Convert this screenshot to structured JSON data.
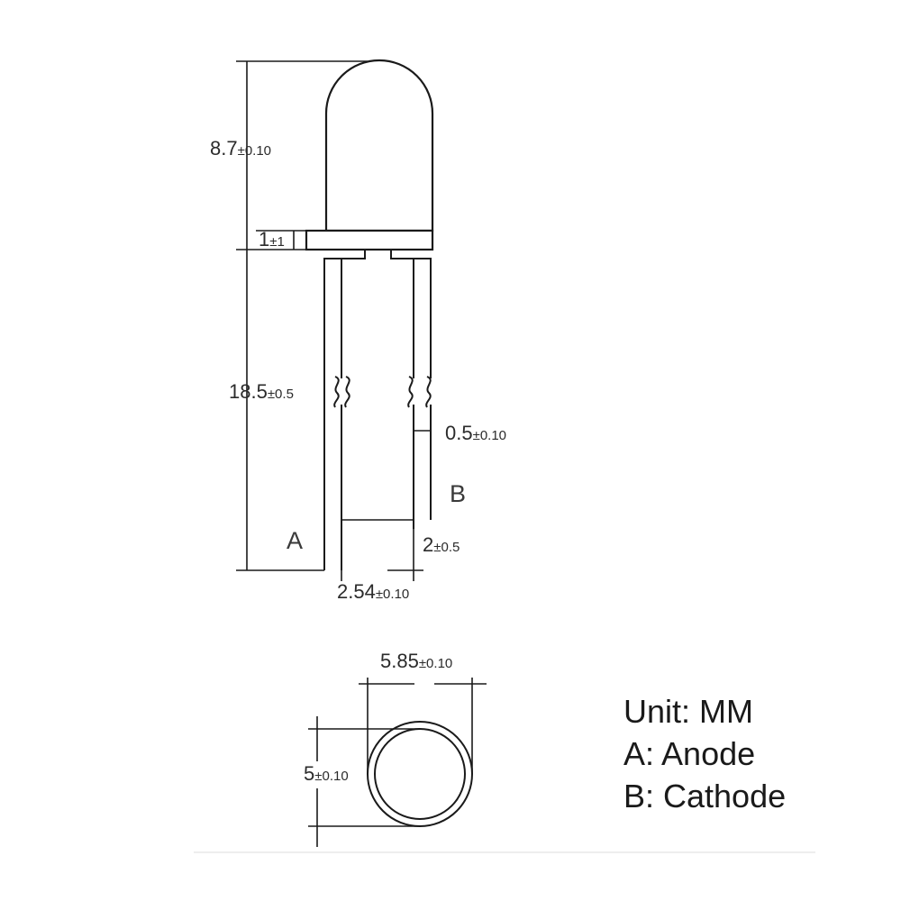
{
  "side_view": {
    "lens_height": {
      "value": "8.7",
      "tol": "±0.10"
    },
    "flange_height": {
      "value": "1",
      "tol": "±1"
    },
    "lead_length": {
      "value": "18.5",
      "tol": "±0.5"
    },
    "lead_width": {
      "value": "0.5",
      "tol": "±0.10"
    },
    "lead_step": {
      "value": "2",
      "tol": "±0.5"
    },
    "lead_spacing": {
      "value": "2.54",
      "tol": "±0.10"
    },
    "anode_letter": "A",
    "cathode_letter": "B"
  },
  "top_view": {
    "flange_diameter": {
      "value": "5.85",
      "tol": "±0.10"
    },
    "lens_diameter": {
      "value": "5",
      "tol": "±0.10"
    }
  },
  "legend": {
    "unit": "Unit: MM",
    "anode": "A: Anode",
    "cathode": "B: Cathode"
  }
}
